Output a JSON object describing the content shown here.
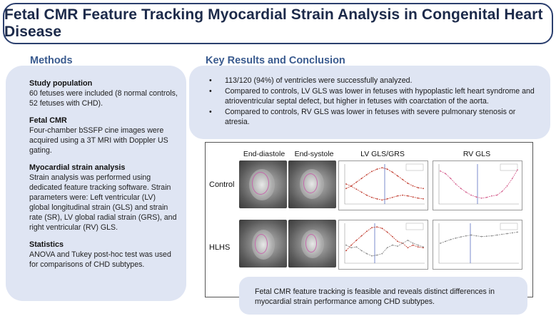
{
  "title": "Fetal CMR Feature Tracking Myocardial Strain Analysis in Congenital Heart Disease",
  "methods": {
    "heading": "Methods",
    "sections": [
      {
        "heading": "Study population",
        "text": "60 fetuses were included (8 normal controls, 52 fetuses with CHD)."
      },
      {
        "heading": "Fetal CMR",
        "text": "Four-chamber bSSFP cine images were acquired using a 3T MRI with Doppler US gating."
      },
      {
        "heading": "Myocardial strain analysis",
        "text": "Strain analysis was performed using dedicated feature tracking software. Strain parameters were: Left ventricular (LV) global longitudinal strain (GLS) and strain rate (SR), LV global radial strain (GRS), and right ventricular (RV) GLS."
      },
      {
        "heading": "Statistics",
        "text": "ANOVA and Tukey post-hoc test was used for comparisons of CHD subtypes."
      }
    ]
  },
  "results": {
    "heading": "Key Results and Conclusion",
    "bullets": [
      "113/120 (94%) of ventricles were successfully analyzed.",
      "Compared to controls, LV GLS was lower in fetuses with hypoplastic left heart syndrome and atrioventricular septal defect, but higher in fetuses with coarctation of the aorta.",
      "Compared to controls, RV GLS was lower in fetuses with severe pulmonary stenosis or atresia."
    ]
  },
  "figure": {
    "columns": [
      "End-diastole",
      "End-systole",
      "LV GLS/GRS",
      "RV GLS"
    ],
    "rows": [
      "Control",
      "HLHS"
    ],
    "colors": {
      "red": "#c0392b",
      "pink": "#d35a8a",
      "gray": "#888888",
      "marker": "#5a6fc0"
    }
  },
  "conclusion": "Fetal CMR feature tracking is feasible and reveals distinct differences in myocardial strain performance among CHD subtypes.",
  "colors": {
    "accent": "#3a5b8f",
    "panel": "#dfe5f3",
    "title_border": "#2b3f6e"
  }
}
